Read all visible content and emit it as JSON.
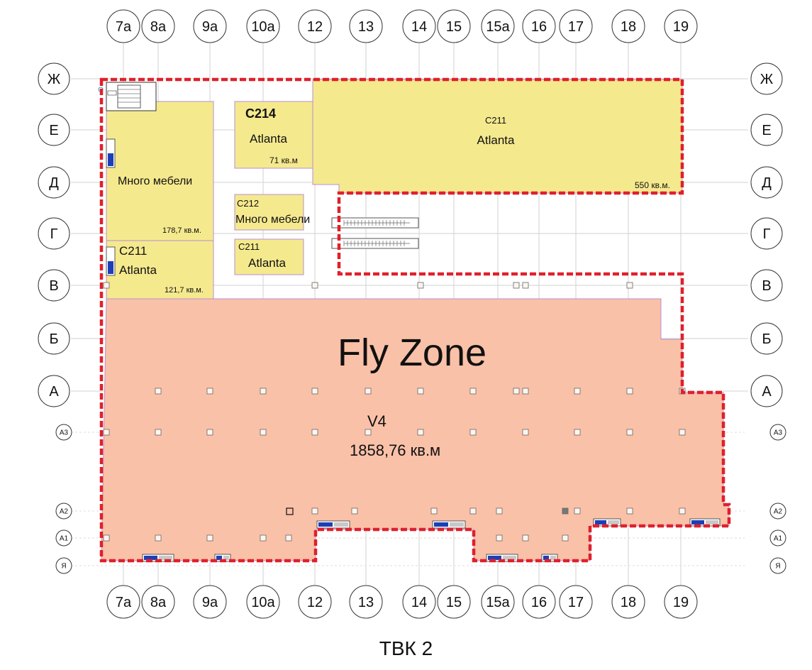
{
  "columns": [
    "7a",
    "8a",
    "9a",
    "10a",
    "12",
    "13",
    "14",
    "15",
    "15a",
    "16",
    "17",
    "18",
    "19"
  ],
  "rows": [
    "Ж",
    "Е",
    "Д",
    "Г",
    "В",
    "Б",
    "А"
  ],
  "sub_rows": [
    "А3",
    "А2",
    "А1",
    "Я"
  ],
  "rooms": {
    "c214": {
      "code": "С214",
      "tenant": "Atlanta",
      "area": "71 кв.м"
    },
    "c211_top": {
      "code": "С211",
      "tenant": "Atlanta",
      "area": "550 кв.м."
    },
    "mnogo_left": {
      "tenant": "Много мебели",
      "area": "178,7 кв.м."
    },
    "c211_left": {
      "code": "С211",
      "tenant": "Atlanta",
      "area": "121,7 кв.м."
    },
    "c212": {
      "code": "С212",
      "tenant": "Много мебели"
    },
    "c211_small": {
      "code": "С211",
      "tenant": "Atlanta"
    },
    "v4": {
      "name": "Fly Zone",
      "code": "V4",
      "area": "1858,76 кв.м"
    }
  },
  "footer": {
    "title": "ТВК 2"
  },
  "colors": {
    "yellow": "#f5e98e",
    "salmon": "#f9c1a8",
    "border_red": "#e0202a",
    "grid": "#cfcfcf"
  }
}
